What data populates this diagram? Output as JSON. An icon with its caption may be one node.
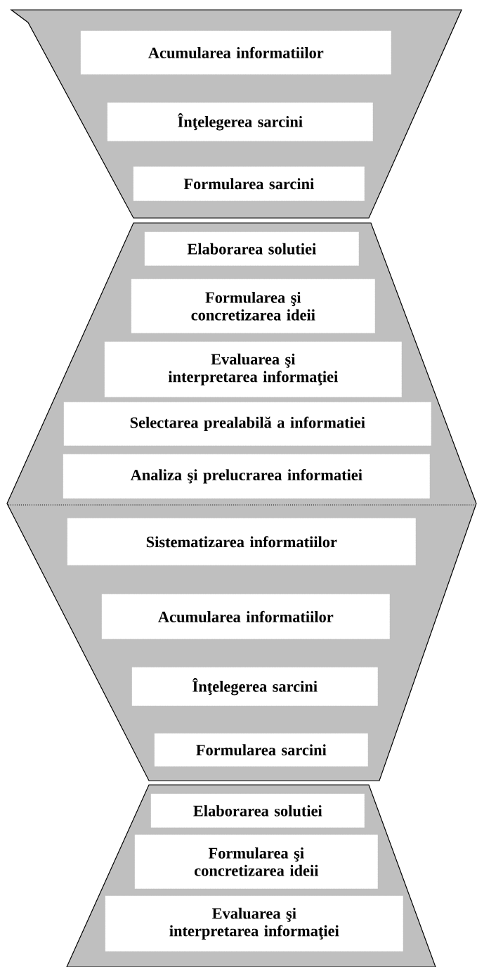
{
  "diagram": {
    "nodes": [
      {
        "text": [],
        "shape": "trapezoid"
      },
      {
        "text": [
          "Acumularea informatiilor"
        ],
        "in": 0
      },
      {
        "text": [
          "Înţelegerea sarcini"
        ],
        "in": 0
      },
      {
        "text": [
          "Formularea sarcini"
        ],
        "in": 0
      },
      {
        "text": [],
        "shape": "hexagon"
      },
      {
        "text": [
          "Elaborarea solutiei"
        ],
        "in": 4
      },
      {
        "text": [
          "Formularea şi concretizarea ideii"
        ],
        "in": 4
      },
      {
        "text": [
          "Evaluarea şi interpretarea informaţiei"
        ],
        "in": 4
      },
      {
        "text": [
          "Selectarea prealabilă a informatiei"
        ],
        "in": 4
      },
      {
        "text": [
          "Analiza şi prelucrarea informatiei"
        ],
        "in": 4
      },
      {
        "text": [
          "Sistematizarea informatiilor"
        ],
        "in": 4
      },
      {
        "text": [
          "Acumularea informatiilor"
        ],
        "in": 4
      },
      {
        "text": [
          "Înţelegerea sarcini"
        ],
        "in": 4
      },
      {
        "text": [
          "Formularea sarcini"
        ],
        "in": 4
      },
      {
        "text": [],
        "shape": "trapezoid"
      },
      {
        "text": [
          "Elaborarea solutiei"
        ],
        "in": 14
      },
      {
        "text": [
          "Formularea şi concretizarea ideii"
        ],
        "in": 14
      },
      {
        "text": [
          "Evaluarea şi interpretarea informaţiei"
        ],
        "in": 14
      }
    ]
  }
}
